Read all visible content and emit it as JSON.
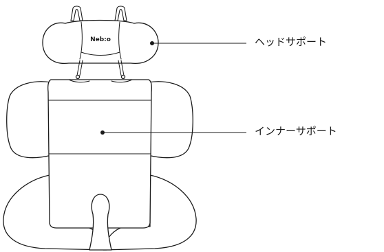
{
  "brand": {
    "logo_text": "Neb:o"
  },
  "callouts": [
    {
      "id": "head-support",
      "label": "ヘッドサポート"
    },
    {
      "id": "inner-support",
      "label": "インナーサポート"
    }
  ],
  "colors": {
    "line": "#1a1a1a",
    "background": "#ffffff"
  }
}
